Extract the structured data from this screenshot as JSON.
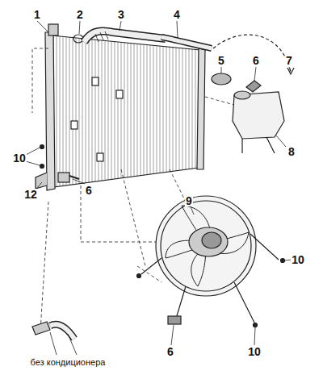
{
  "diagram": {
    "labels": [
      "1",
      "2",
      "3",
      "4",
      "5",
      "6",
      "7",
      "8",
      "10",
      "12",
      "6",
      "9",
      "10",
      "10",
      "6",
      "без кондиционера"
    ]
  }
}
